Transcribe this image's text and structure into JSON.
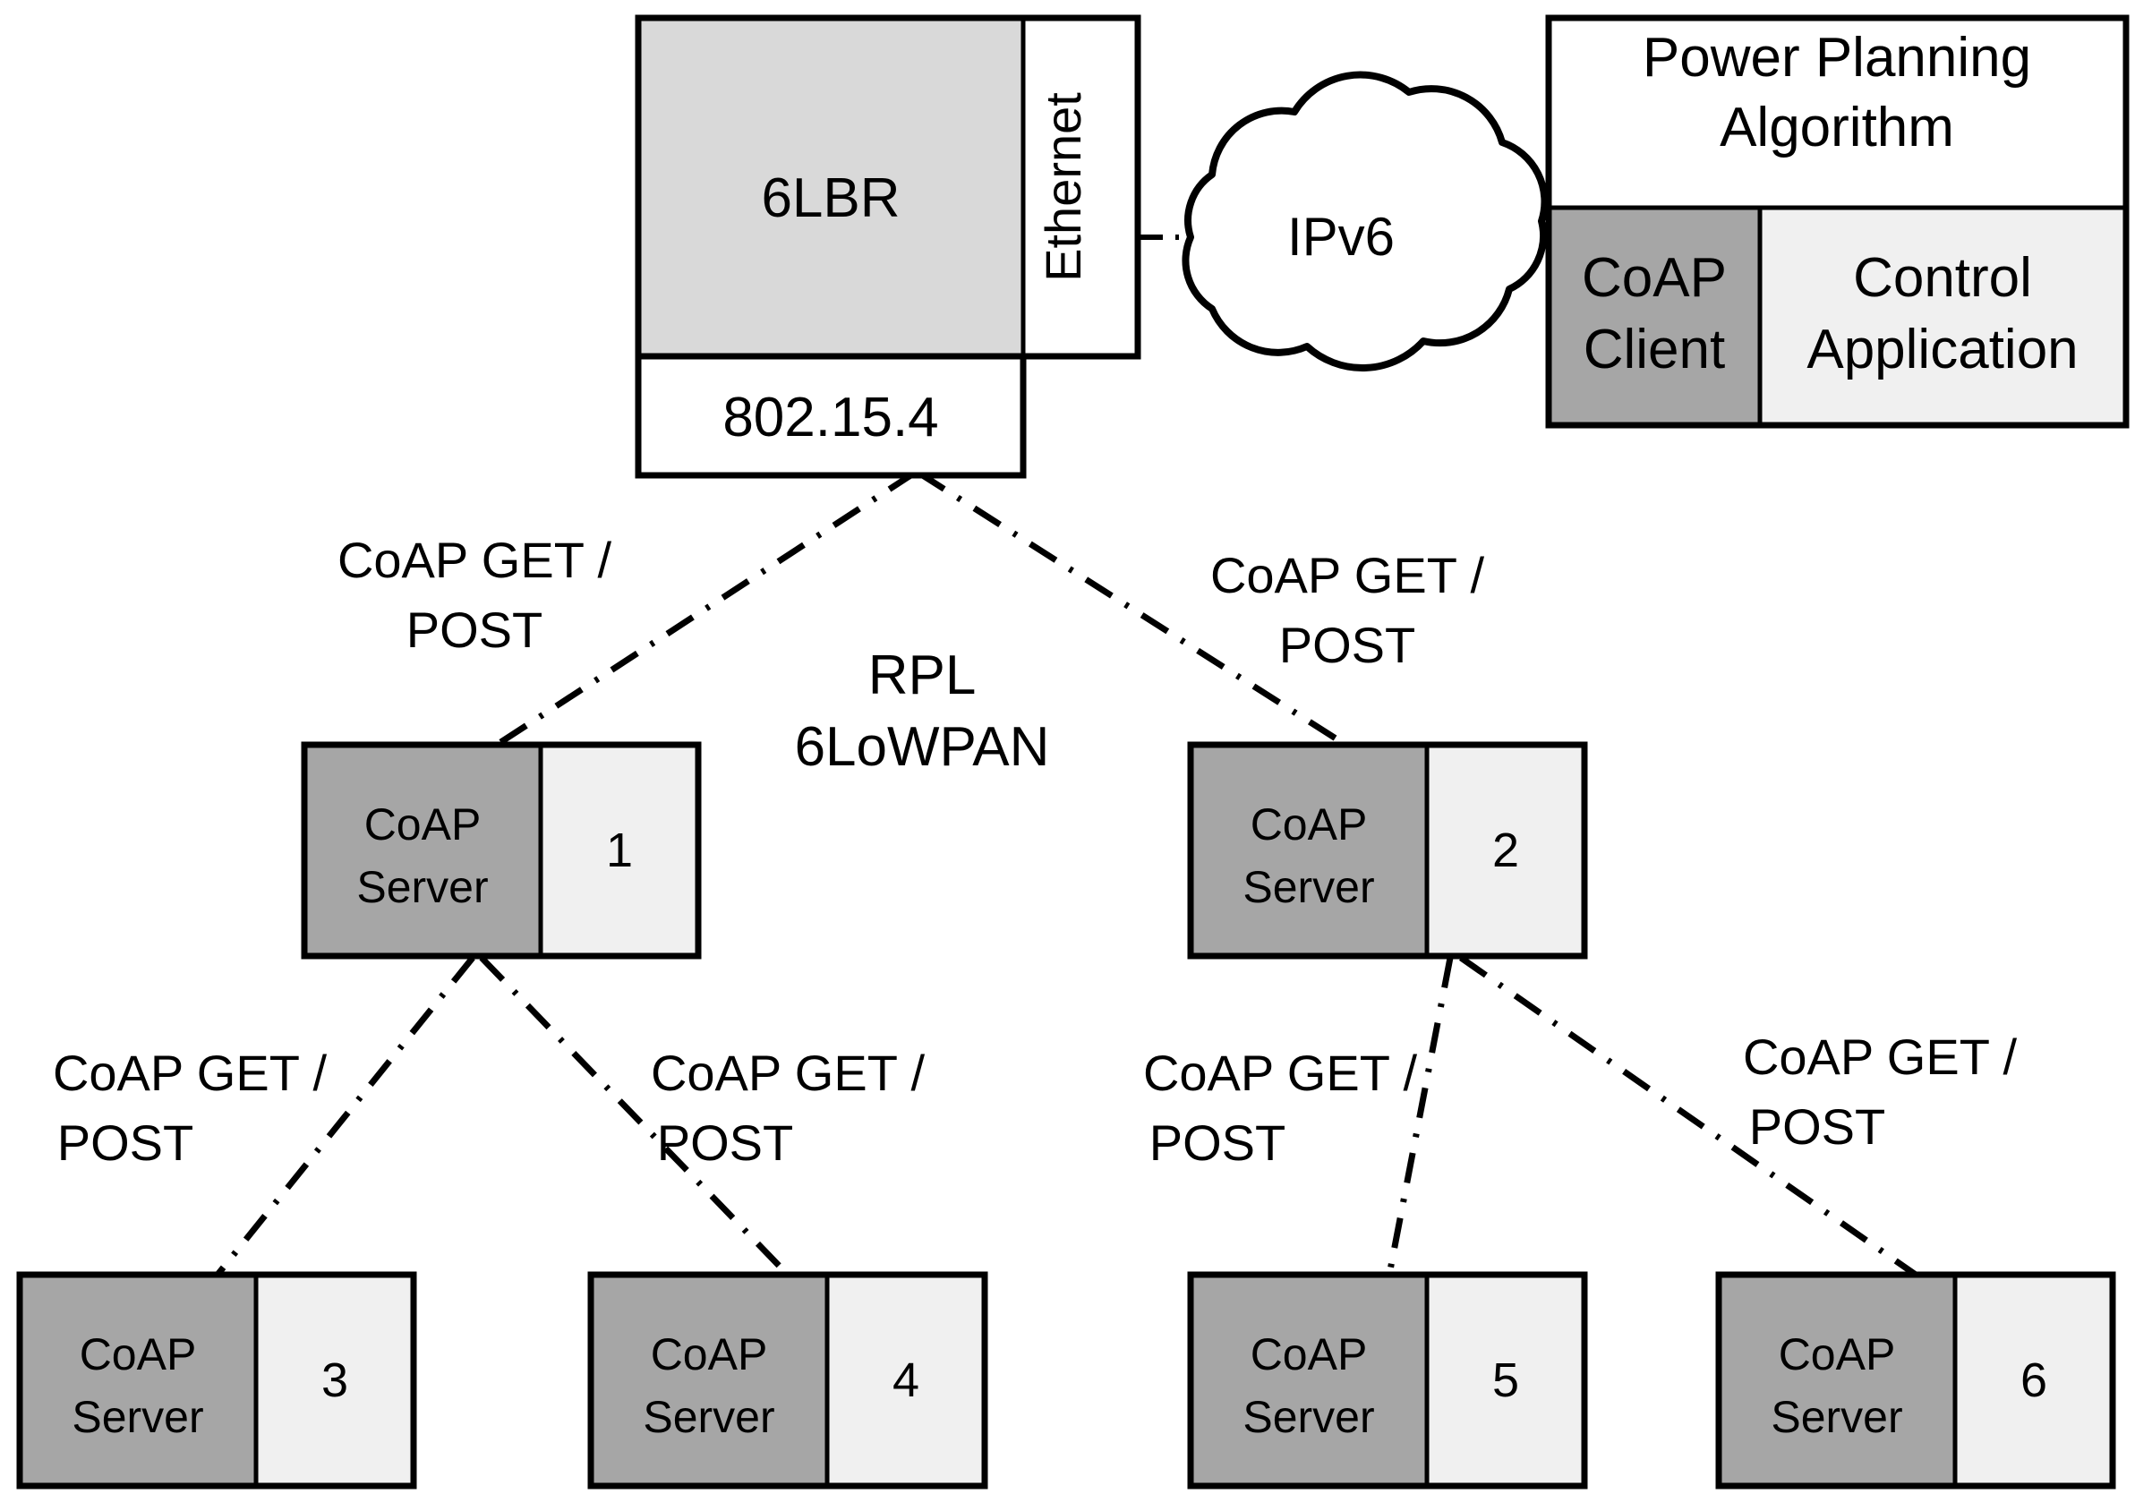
{
  "diagram": {
    "title": "CoAP / RPL 6LoWPAN network architecture",
    "colors": {
      "node_dark_gray": "#a6a6a6",
      "node_light_gray": "#f0f0f0",
      "gateway_gray": "#d9d9d9",
      "white": "#ffffff",
      "stroke": "#000000"
    },
    "gateway": {
      "name": "6lbr-gateway",
      "main_label": "6LBR",
      "side_label": "Ethernet",
      "bottom_label": "802.15.4"
    },
    "cloud": {
      "name": "ipv6-cloud",
      "label": "IPv6"
    },
    "controller": {
      "name": "power-planning-controller",
      "title_line1": "Power Planning",
      "title_line2": "Algorithm",
      "left_cell": "CoAP\nClient",
      "left_cell_line1": "CoAP",
      "left_cell_line2": "Client",
      "right_cell_line1": "Control",
      "right_cell_line2": "Application"
    },
    "network_label": {
      "line1": "RPL",
      "line2": "6LoWPAN"
    },
    "node_role_line1": "CoAP",
    "node_role_line2": "Server",
    "nodes": [
      {
        "id": "node-1",
        "role_line1": "CoAP",
        "role_line2": "Server",
        "number": "1",
        "tier": "middle"
      },
      {
        "id": "node-2",
        "role_line1": "CoAP",
        "role_line2": "Server",
        "number": "2",
        "tier": "middle"
      },
      {
        "id": "node-3",
        "role_line1": "CoAP",
        "role_line2": "Server",
        "number": "3",
        "tier": "leaf"
      },
      {
        "id": "node-4",
        "role_line1": "CoAP",
        "role_line2": "Server",
        "number": "4",
        "tier": "leaf"
      },
      {
        "id": "node-5",
        "role_line1": "CoAP",
        "role_line2": "Server",
        "number": "5",
        "tier": "leaf"
      },
      {
        "id": "node-6",
        "role_line1": "CoAP",
        "role_line2": "Server",
        "number": "6",
        "tier": "leaf"
      }
    ],
    "link_labels": [
      {
        "id": "link-label-gw-1",
        "line1": "CoAP GET /",
        "line2": "POST"
      },
      {
        "id": "link-label-gw-2",
        "line1": "CoAP GET /",
        "line2": "POST"
      },
      {
        "id": "link-label-1-3",
        "line1": "CoAP GET /",
        "line2": "POST"
      },
      {
        "id": "link-label-1-4",
        "line1": "CoAP GET /",
        "line2": "POST"
      },
      {
        "id": "link-label-2-5",
        "line1": "CoAP GET /",
        "line2": "POST"
      },
      {
        "id": "link-label-2-6",
        "line1": "CoAP GET /",
        "line2": "POST"
      }
    ]
  }
}
